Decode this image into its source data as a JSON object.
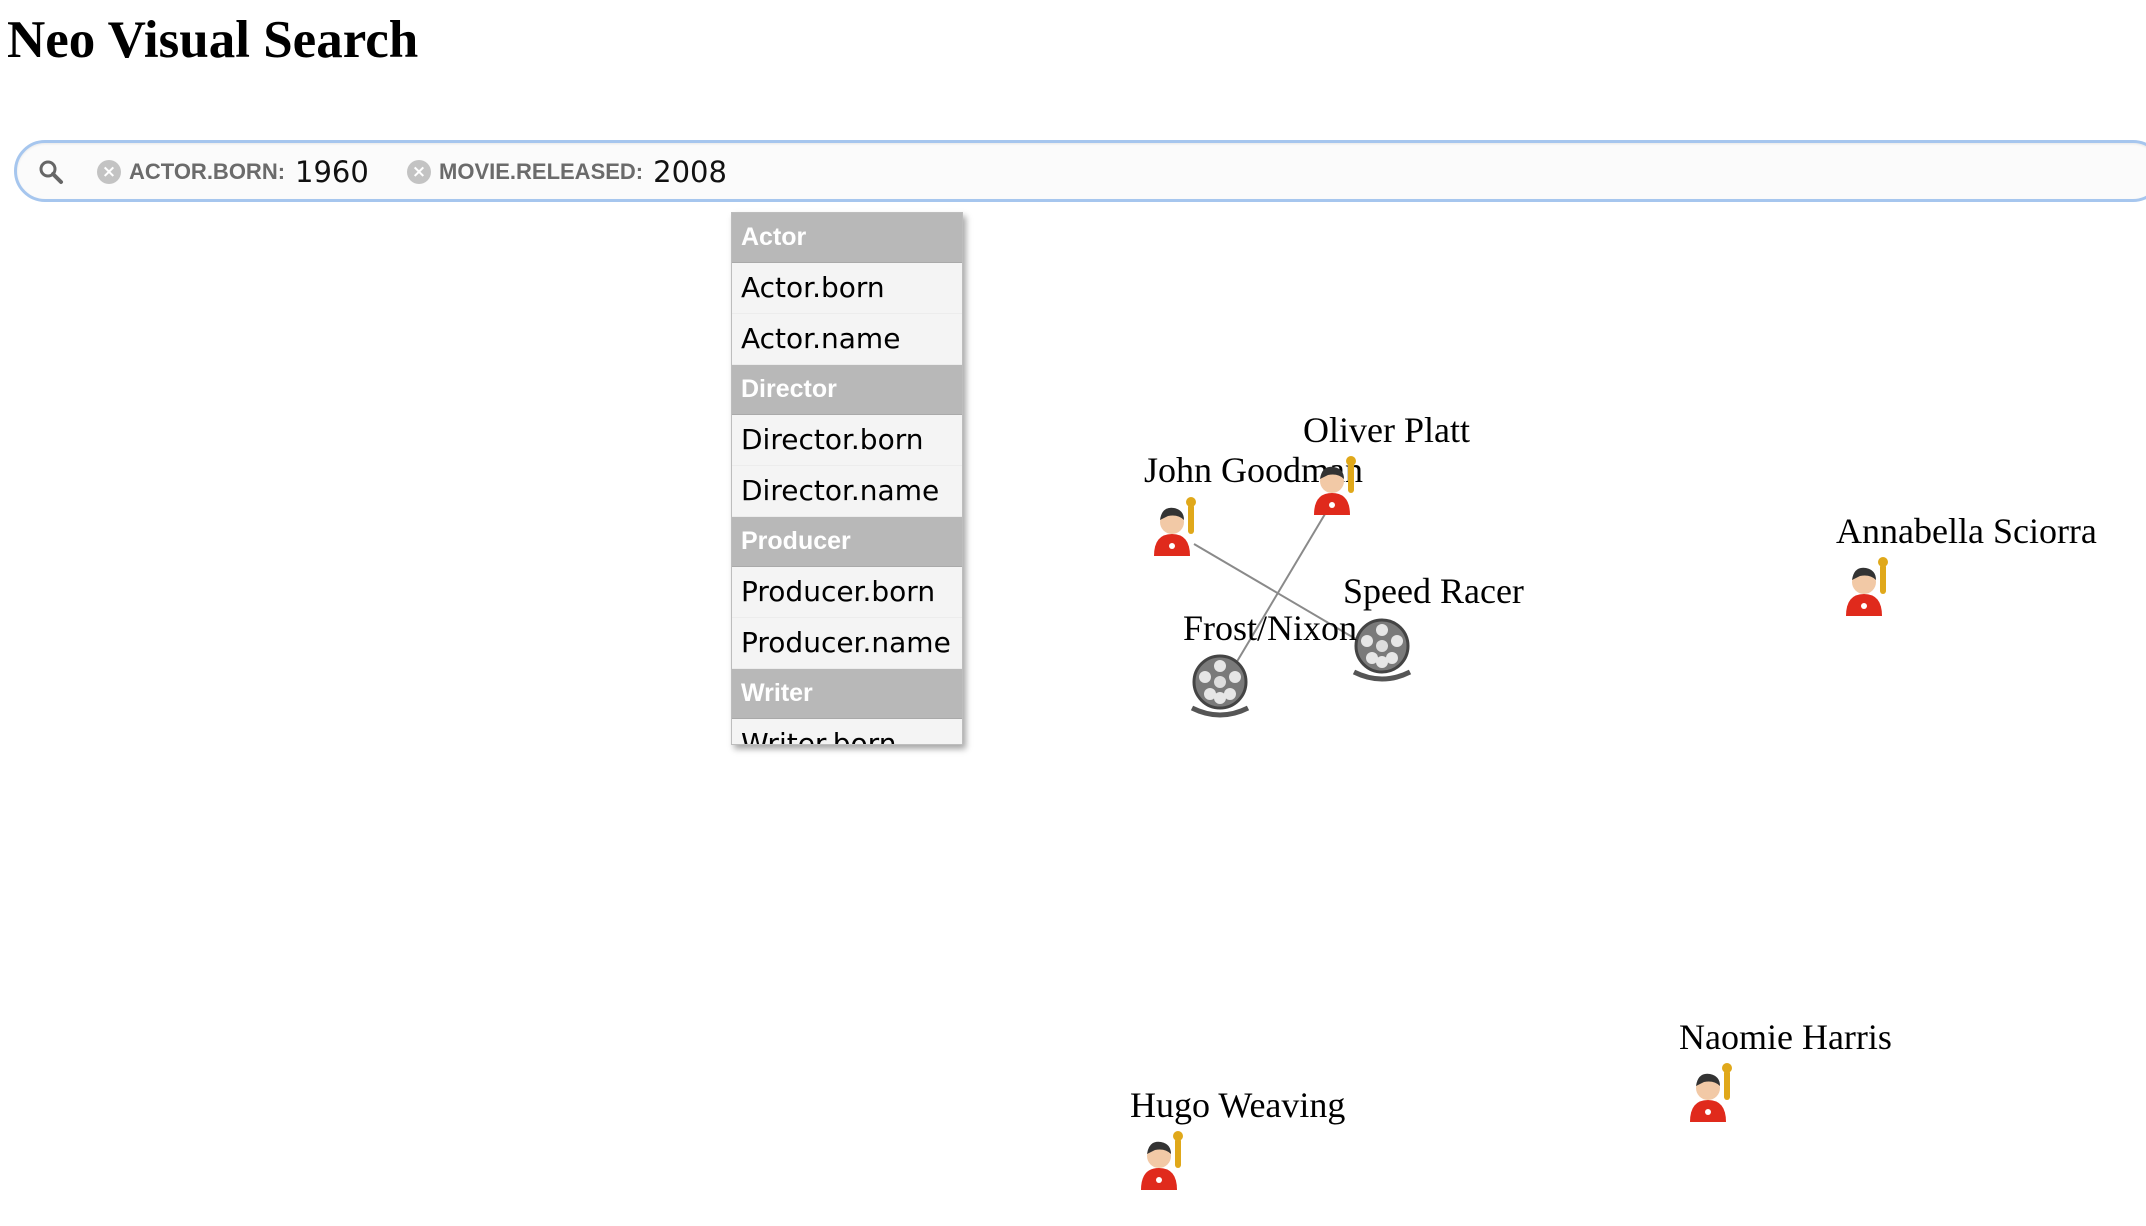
{
  "app": {
    "title": "Neo Visual Search"
  },
  "search": {
    "icon": "search-icon",
    "facets": [
      {
        "label": "ACTOR.BORN:",
        "value": "1960",
        "remove_icon": "remove-circle-icon"
      },
      {
        "label": "MOVIE.RELEASED:",
        "value": "2008",
        "remove_icon": "remove-circle-icon"
      }
    ]
  },
  "dropdown": {
    "groups": [
      {
        "header": "Actor",
        "items": [
          "Actor.born",
          "Actor.name"
        ]
      },
      {
        "header": "Director",
        "items": [
          "Director.born",
          "Director.name"
        ]
      },
      {
        "header": "Producer",
        "items": [
          "Producer.born",
          "Producer.name"
        ]
      },
      {
        "header": "Writer",
        "items": [
          "Writer.born"
        ]
      }
    ]
  },
  "graph": {
    "nodes": [
      {
        "id": "john",
        "label": "John Goodman",
        "type": "actor",
        "icon": "actor-with-oscar-icon"
      },
      {
        "id": "oliver",
        "label": "Oliver Platt",
        "type": "actor",
        "icon": "actor-with-oscar-icon"
      },
      {
        "id": "annabella",
        "label": "Annabella Sciorra",
        "type": "actor",
        "icon": "actor-with-oscar-icon"
      },
      {
        "id": "speedracer",
        "label": "Speed Racer",
        "type": "movie",
        "icon": "film-reel-icon"
      },
      {
        "id": "frostnixon",
        "label": "Frost/Nixon",
        "type": "movie",
        "icon": "film-reel-icon"
      },
      {
        "id": "naomie",
        "label": "Naomie Harris",
        "type": "actor",
        "icon": "actor-with-oscar-icon"
      },
      {
        "id": "hugo",
        "label": "Hugo Weaving",
        "type": "actor",
        "icon": "actor-with-oscar-icon"
      }
    ],
    "edges": [
      {
        "from": "john",
        "to": "speedracer"
      },
      {
        "from": "oliver",
        "to": "frostnixon"
      }
    ],
    "colors": {
      "edge": "#8a8a8a",
      "actor_shirt": "#e02a1c",
      "oscar": "#e0a81a",
      "reel": "#6e6e6e"
    }
  }
}
